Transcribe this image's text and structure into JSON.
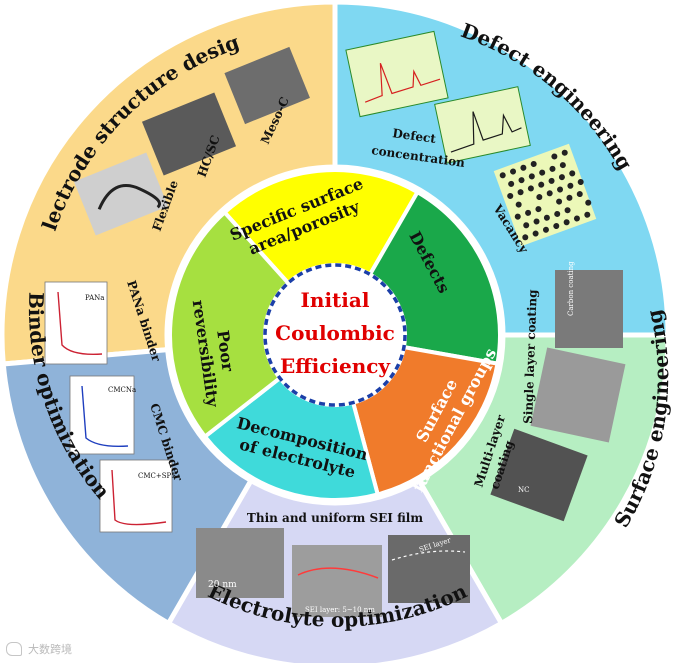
{
  "center": {
    "lines": [
      "Initial",
      "Coulombic",
      "Efficiency"
    ],
    "color": "#e00000"
  },
  "inner_ring": [
    {
      "id": "specific-surface",
      "lines": [
        "Specific surface",
        "area/porosity"
      ],
      "color": "#ffff00",
      "text_color": "#111111"
    },
    {
      "id": "defects",
      "lines": [
        "Defects"
      ],
      "color": "#1aa84a",
      "text_color": "#111111"
    },
    {
      "id": "surface-functional-groups",
      "lines": [
        "Surface",
        "functional groups"
      ],
      "color": "#f07b2b",
      "text_color": "#ffffff"
    },
    {
      "id": "decomposition",
      "lines": [
        "Decomposition",
        "of electrolyte"
      ],
      "color": "#3fdada",
      "text_color": "#111111"
    },
    {
      "id": "poor-reversibility",
      "lines": [
        "Poor",
        "reversibility"
      ],
      "color": "#a6e040",
      "text_color": "#111111"
    }
  ],
  "outer_ring": [
    {
      "id": "electrode-structure-design",
      "title": "Electrode structure design",
      "color": "#fbd98a",
      "labels": [
        "Flexible",
        "HC/SC",
        "Meso-C"
      ]
    },
    {
      "id": "defect-engineering",
      "title": "Defect engineering",
      "color": "#7fd8f2",
      "labels": [
        "Defect",
        "concentration",
        "Vacancy"
      ]
    },
    {
      "id": "surface-engineering",
      "title": "Surface engineering",
      "color": "#b6eec2",
      "labels": [
        "Single layer coating",
        "Multi-layer",
        "coating",
        "Carbon coating",
        "NC"
      ]
    },
    {
      "id": "electrolyte-optimization",
      "title": "Electrolyte optimization",
      "color": "#d6d8f4",
      "labels": [
        "Thin and uniform SEI film",
        "20 nm",
        "SEI layer: 5~10 nm",
        "SEI layer"
      ]
    },
    {
      "id": "binder-optimization",
      "title": "Binder optimization",
      "color": "#8fb3d9",
      "labels": [
        "PANa binder",
        "CMC binder",
        "PANa",
        "CMCNa",
        "CMC+SPS"
      ]
    }
  ],
  "watermark": "大数跨境"
}
